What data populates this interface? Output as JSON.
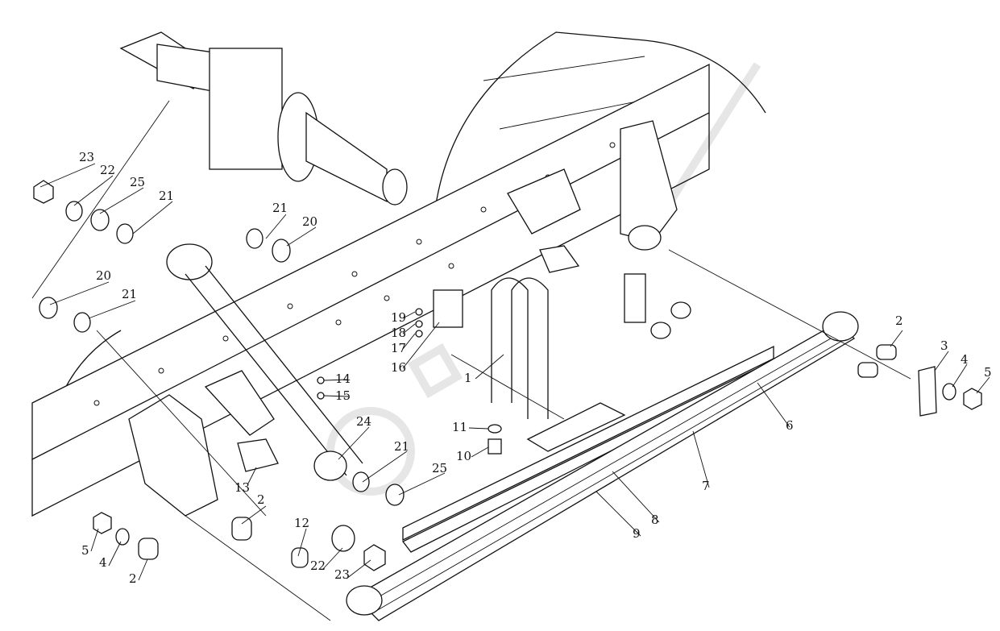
{
  "diagram": {
    "corner_mark": "",
    "callouts": [
      "23",
      "22",
      "25",
      "21",
      "21",
      "20",
      "20",
      "21",
      "19",
      "18",
      "17",
      "16",
      "1",
      "14",
      "15",
      "11",
      "10",
      "24",
      "21",
      "25",
      "13",
      "2",
      "12",
      "22",
      "23",
      "5",
      "4",
      "2",
      "2",
      "3",
      "4",
      "5",
      "6",
      "7",
      "8",
      "9"
    ]
  }
}
